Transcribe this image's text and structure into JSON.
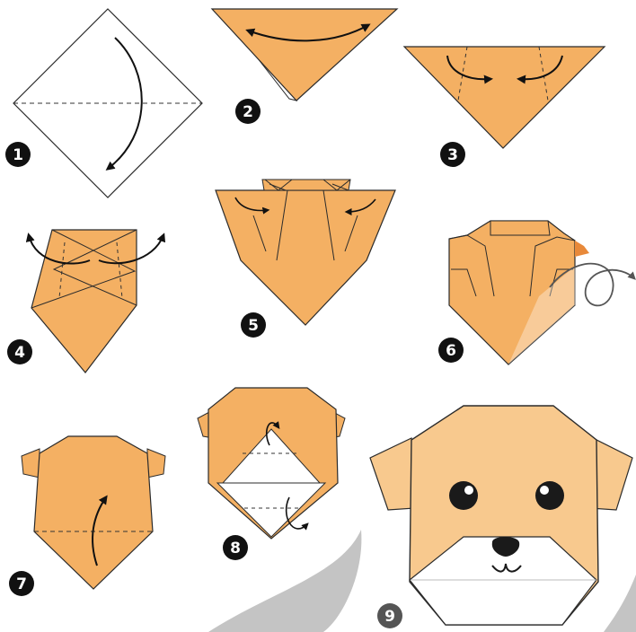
{
  "colors": {
    "paper_orange": "#f4b063",
    "paper_light": "#f8c98e",
    "paper_white": "#ffffff",
    "outline": "#2b2b2b",
    "badge": "#111111",
    "badge_text": "#ffffff",
    "backdrop": "#c4c4c4",
    "nose_accent": "#e8893a"
  },
  "steps": [
    {
      "number": "1",
      "icon": "fold-down-arrow-icon"
    },
    {
      "number": "2",
      "icon": "double-headed-arrow-icon"
    },
    {
      "number": "3",
      "icon": "fold-in-arrows-icon"
    },
    {
      "number": "4",
      "icon": "fold-back-arrows-icon"
    },
    {
      "number": "5",
      "icon": "corner-fold-arrows-icon"
    },
    {
      "number": "6",
      "icon": "turn-over-arrow-icon"
    },
    {
      "number": "7",
      "icon": "fold-up-arrow-icon"
    },
    {
      "number": "8",
      "icon": "fold-arrows-icon"
    },
    {
      "number": "9",
      "icon": "bear-face-icon"
    }
  ]
}
